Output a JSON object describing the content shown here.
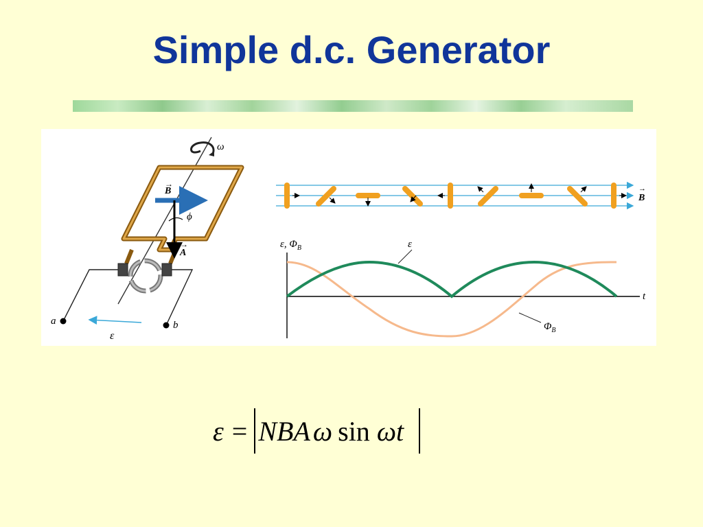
{
  "slide": {
    "title": "Simple d.c. Generator"
  },
  "figure": {
    "generator": {
      "omega_label": "ω",
      "b_label": "B",
      "phi_label": "ϕ",
      "a_vec_label": "A",
      "terminal_a": "a",
      "terminal_b": "b",
      "emf_label": "ε"
    },
    "orientation_strip": {
      "b_label": "B"
    },
    "graph": {
      "y_label_emf": "ε, Φ",
      "y_label_sub": "B",
      "x_label": "t",
      "curve_emf_label": "ε",
      "curve_flux_label": "Φ",
      "curve_flux_sub": "B"
    }
  },
  "equation": {
    "lhs": "ε",
    "equals": "=",
    "nba": "NBA",
    "omega": "ω",
    "sin": "sin",
    "omega_t": "ωt"
  },
  "colors": {
    "background": "#FFFFD5",
    "title": "#10359A",
    "emf_curve": "#1F8A5B",
    "flux_curve": "#F6B98C",
    "coil": "#C98A22",
    "field_lines": "#3AA8D8",
    "vector_b": "#2A6FB5",
    "rotor_bar": "#F0A020"
  }
}
